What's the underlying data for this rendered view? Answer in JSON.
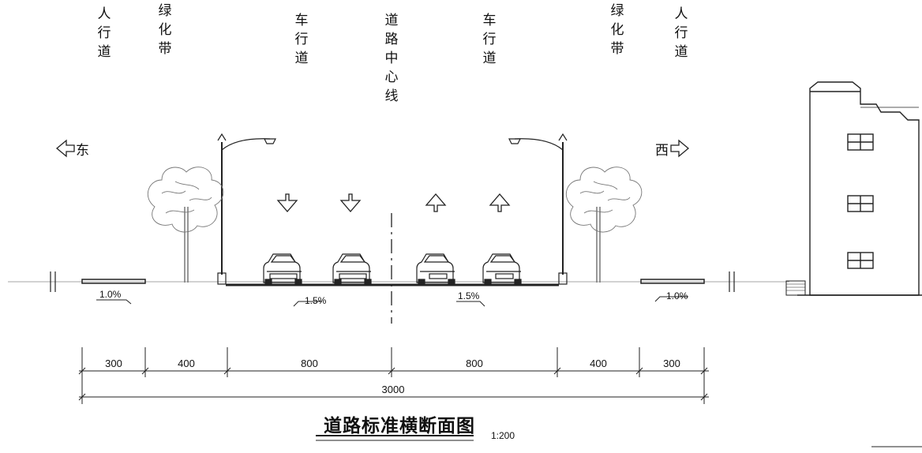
{
  "labels": {
    "sidewalk_left": [
      "人",
      "行",
      "道"
    ],
    "greenbelt_left": [
      "绿",
      "化",
      "带"
    ],
    "lane_left": [
      "车",
      "行",
      "道"
    ],
    "centerline": [
      "道",
      "路",
      "中",
      "心",
      "线"
    ],
    "lane_right": [
      "车",
      "行",
      "道"
    ],
    "greenbelt_right": [
      "绿",
      "化",
      "带"
    ],
    "sidewalk_right": [
      "人",
      "行",
      "道"
    ]
  },
  "directions": {
    "east": "东",
    "west": "西"
  },
  "slopes": {
    "left_sidewalk": "1.0%",
    "left_road": "1.5%",
    "right_road": "1.5%",
    "right_sidewalk": "1.0%"
  },
  "dimensions": {
    "segments": [
      "300",
      "400",
      "800",
      "800",
      "400",
      "300"
    ],
    "total": "3000"
  },
  "title": "道路标准横断面图",
  "scale": "1:200"
}
